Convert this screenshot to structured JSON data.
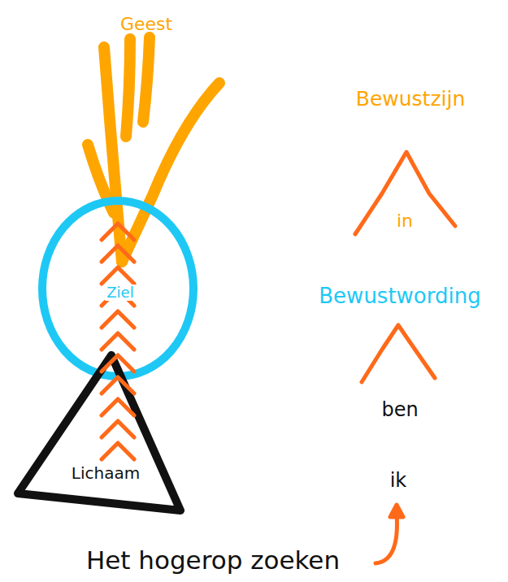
{
  "diagram": {
    "nodes": [
      {
        "text": [
          "Geest"
        ]
      },
      {
        "text": [
          "Ziel"
        ]
      },
      {
        "text": [
          "Lichaam"
        ]
      }
    ],
    "labels": [
      "Bewustzijn",
      "in",
      "Bewustwording",
      "ben",
      "ik",
      "Het hogerop zoeken"
    ]
  }
}
